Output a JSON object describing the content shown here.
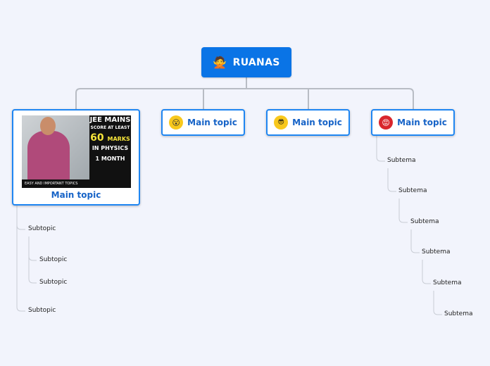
{
  "root": {
    "label": "RUANAS",
    "icon": "person-gesturing-no-emoji"
  },
  "topics": [
    {
      "label": "Main topic",
      "image": {
        "title_line1": "JEE MAINS",
        "title_line2": "SCORE AT LEAST",
        "big_number": "60",
        "big_suffix": "MARKS",
        "line3": "IN PHYSICS",
        "line4": "1 MONTH",
        "caption": "EASY AND IMPORTANT TOPICS"
      },
      "subtopics": [
        {
          "label": "Subtopic"
        },
        {
          "label": "Subtopic"
        },
        {
          "label": "Subtopic"
        },
        {
          "label": "Subtopic"
        }
      ]
    },
    {
      "label": "Main topic",
      "icon": "surprised-face-emoji"
    },
    {
      "label": "Main topic",
      "icon": "sunglasses-face-emoji"
    },
    {
      "label": "Main topic",
      "icon": "angry-face-emoji",
      "subtopics": [
        {
          "label": "Subtema"
        },
        {
          "label": "Subtema"
        },
        {
          "label": "Subtema"
        },
        {
          "label": "Subtema"
        },
        {
          "label": "Subtema"
        },
        {
          "label": "Subtema"
        }
      ]
    }
  ],
  "colors": {
    "background": "#f2f4fc",
    "root_fill": "#0a74e6",
    "topic_border": "#1f86f2",
    "topic_text": "#1663c7",
    "connector": "#b8bcc4"
  }
}
